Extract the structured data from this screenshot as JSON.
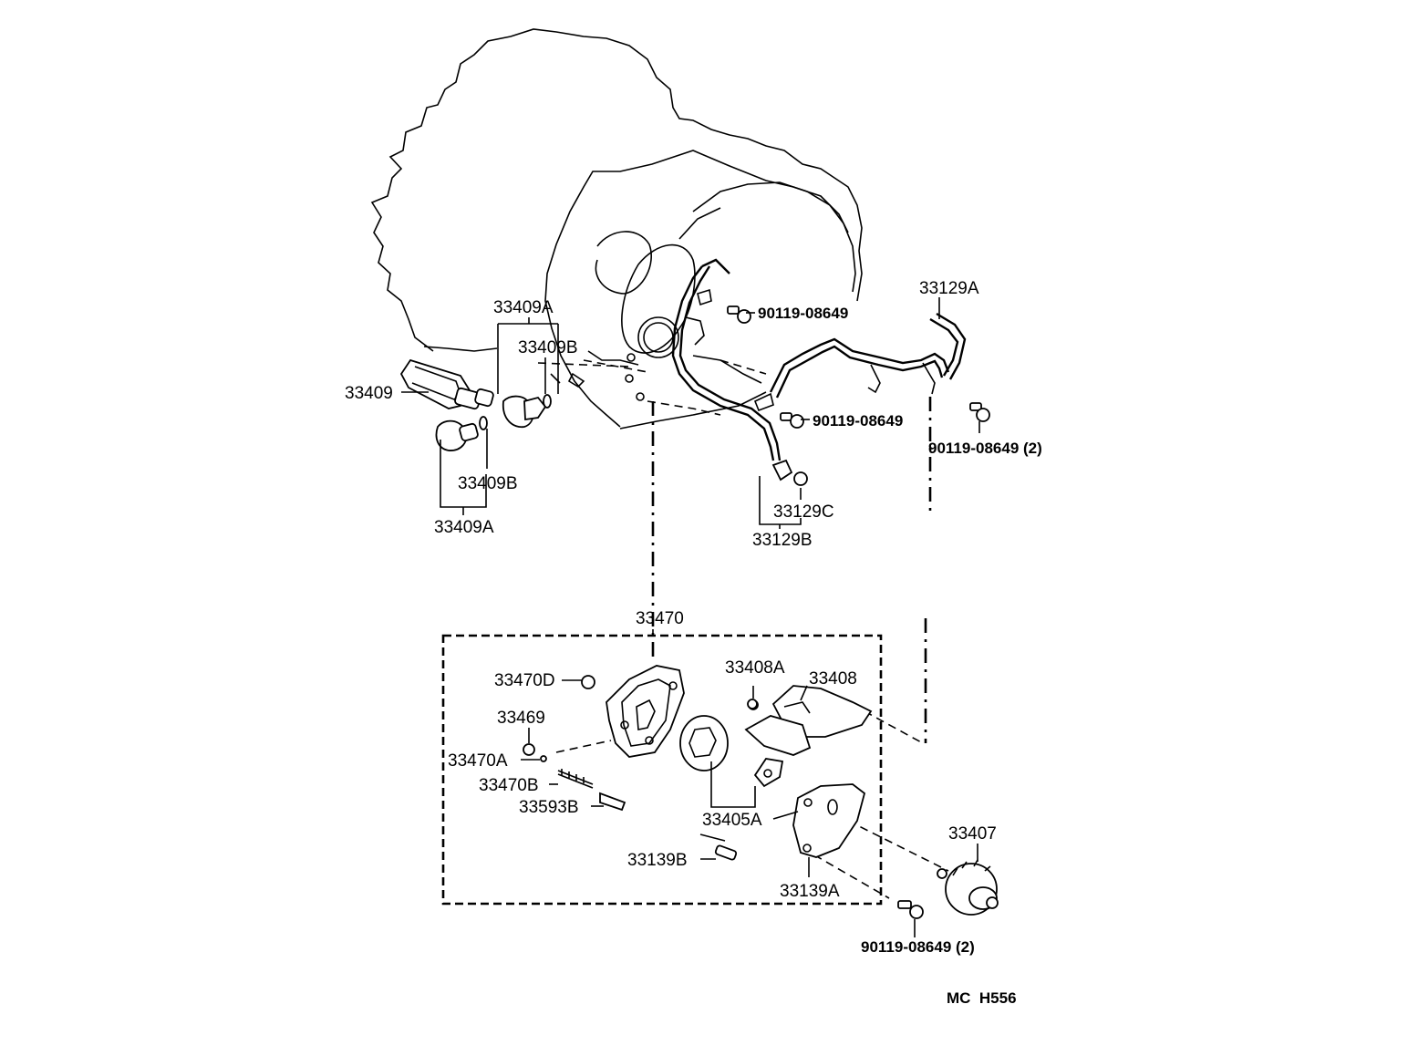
{
  "labels": {
    "p33129A": "33129A",
    "p33409A_top": "33409A",
    "p33409B_top": "33409B",
    "p90119_a": "90119-08649",
    "p33409": "33409",
    "p90119_b": "90119-08649",
    "p90119_c": "90119-08649 (2)",
    "p33409B_bot": "33409B",
    "p33129C": "33129C",
    "p33409A_bot": "33409A",
    "p33129B": "33129B",
    "p33470": "33470",
    "p33470D": "33470D",
    "p33408A": "33408A",
    "p33408": "33408",
    "p33469": "33469",
    "p33470A": "33470A",
    "p33470B": "33470B",
    "p33593B": "33593B",
    "p33405A": "33405A",
    "p33407": "33407",
    "p33139B": "33139B",
    "p33139A": "33139A",
    "p90119_d": "90119-08649 (2)"
  },
  "diagram_code": "MC  H556"
}
